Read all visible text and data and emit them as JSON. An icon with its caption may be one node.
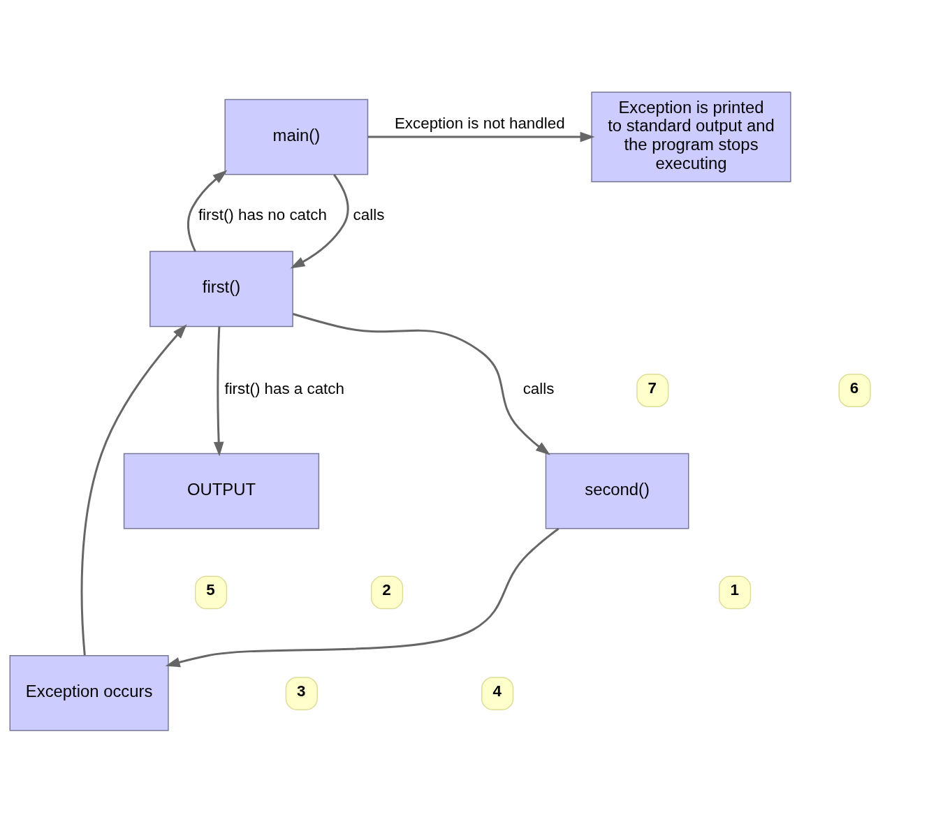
{
  "diagram": {
    "nodes": [
      {
        "text": [
          "main()"
        ]
      },
      {
        "text": [
          "first()"
        ]
      },
      {
        "text": [
          "second()"
        ]
      },
      {
        "text": [
          "Exception occurs"
        ]
      },
      {
        "text": [
          "Exception is printed to standard output and the program stops executing"
        ]
      },
      {
        "text": [
          "OUTPUT"
        ]
      }
    ],
    "edges": [
      {
        "from": 0,
        "to": 1,
        "arrow": "to",
        "label": "calls"
      },
      {
        "from": 1,
        "to": 2,
        "arrow": "to",
        "label": "calls"
      },
      {
        "from": 2,
        "to": 3,
        "arrow": "to"
      },
      {
        "from": 3,
        "to": 1,
        "arrow": "to"
      },
      {
        "from": 1,
        "to": 5,
        "arrow": "to",
        "label": "first() has a catch"
      },
      {
        "from": 1,
        "to": 0,
        "arrow": "to",
        "label": "first() has no catch"
      },
      {
        "from": 0,
        "to": 4,
        "arrow": "to",
        "label": "Exception is not handled"
      }
    ],
    "labels": [
      "7",
      "1",
      "6",
      "5",
      "2",
      "4",
      "3"
    ]
  }
}
